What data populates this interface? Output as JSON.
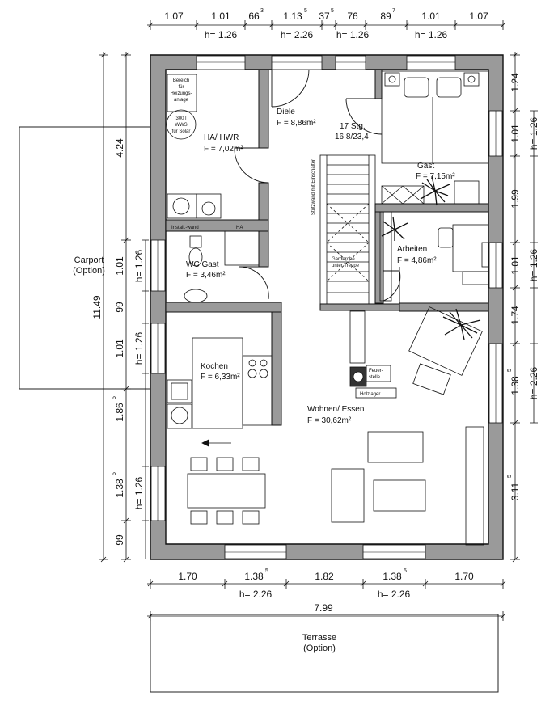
{
  "dims_top": {
    "row1": [
      {
        "base": "1.07"
      },
      {
        "base": "1.01"
      },
      {
        "base": "66",
        "sup": "3"
      },
      {
        "base": "1.13",
        "sup": "5"
      },
      {
        "base": "37",
        "sup": "5"
      },
      {
        "base": "76"
      },
      {
        "base": "89",
        "sup": "7"
      },
      {
        "base": "1.01"
      },
      {
        "base": "1.07"
      }
    ],
    "row2": [
      "h= 1.26",
      "h= 2.26",
      "h= 1.26",
      "h= 1.26"
    ]
  },
  "dims_bottom": {
    "row1": [
      {
        "base": "1.70"
      },
      {
        "base": "1.38",
        "sup": "5"
      },
      {
        "base": "1.82"
      },
      {
        "base": "1.38",
        "sup": "5"
      },
      {
        "base": "1.70"
      }
    ],
    "row2": [
      "h= 2.26",
      "h= 2.26"
    ],
    "total": "7.99"
  },
  "dims_left": {
    "overall": "11.49",
    "outer": [
      "4.24",
      "1.86",
      "99"
    ],
    "outer_sup": {
      "1.86": "5"
    },
    "inner": [
      "1.01",
      "99",
      "1.01",
      "1.38"
    ],
    "inner_sup": {
      "1.38": "5"
    },
    "heights": [
      "h= 1.26",
      "h= 1.26",
      "h= 1.26"
    ]
  },
  "dims_right": {
    "inner": [
      "1.24",
      "1.01",
      "1.99",
      "1.01",
      "1.74",
      "1.38",
      "3.11"
    ],
    "inner_sup": {
      "1.38": "5",
      "3.11": "5"
    },
    "heights": [
      "h= 1.26",
      "h= 1.26",
      "h= 2.26"
    ]
  },
  "external": {
    "carport": [
      "Carport",
      "(Option)"
    ],
    "terrasse": [
      "Terrasse",
      "(Option)"
    ]
  },
  "rooms": {
    "ha_hwr": {
      "name": "HA/ HWR",
      "area": "F = 7,02m²"
    },
    "diele": {
      "name": "Diele",
      "area": "F = 8,86m²"
    },
    "gast": {
      "name": "Gast",
      "area": "F = 7,15m²"
    },
    "arbeiten": {
      "name": "Arbeiten",
      "area": "F = 4,86m²"
    },
    "wc_gast": {
      "name": "WC Gast",
      "area": "F = 3,46m²"
    },
    "kochen": {
      "name": "Kochen",
      "area": "F = 6,33m²"
    },
    "wohnen": {
      "name": "Wohnen/ Essen",
      "area": "F = 30,62m²"
    }
  },
  "stairs": {
    "steps": "17 Stg.",
    "ratio": "16,8/23,4",
    "wall_label": "Stützwand mit Einschalter",
    "garderobe": [
      "Garderobe",
      "unter Treppe"
    ]
  },
  "fixtures": {
    "heizung": [
      "Bereich",
      "für",
      "Heizungs-",
      "anlage"
    ],
    "wws": [
      "300 l",
      "WWS",
      "für Solar"
    ],
    "install_wand": "Install.-wand",
    "ha": "HA",
    "feuerstelle": [
      "Feuer-",
      "stelle"
    ],
    "holzlager": "Holzlager"
  }
}
